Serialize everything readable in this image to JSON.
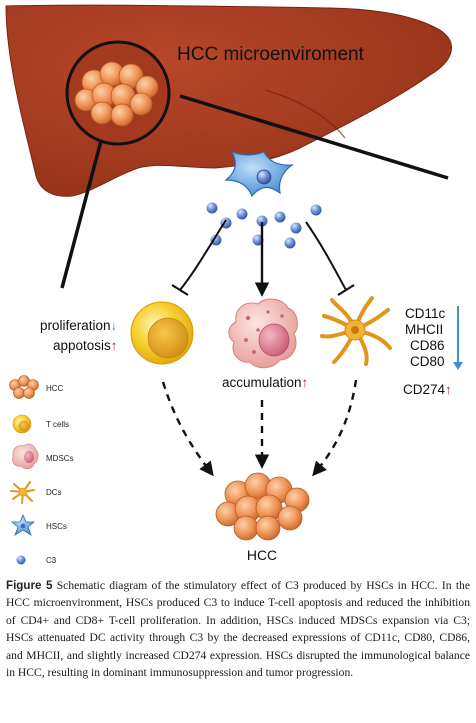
{
  "diagram": {
    "title": "HCC microenviroment",
    "left_markers": {
      "line1": "proliferation",
      "line1_arrow": "↓",
      "line2": "appotosis",
      "line2_arrow": "↑"
    },
    "accumulation": {
      "label": "accumulation",
      "arrow": "↑"
    },
    "dc_markers": {
      "lines": [
        "CD11c",
        "MHCII",
        "CD86",
        "CD80"
      ],
      "cd274": "CD274",
      "cd274_arrow": "↑"
    },
    "hcc_label": "HCC"
  },
  "legend": {
    "hcc": "HCC",
    "tcells": "T cells",
    "mdscs": "MDSCs",
    "dcs": "DCs",
    "hscs": "HSCs",
    "c3": "C3"
  },
  "caption": {
    "label": "Figure 5",
    "text": " Schematic diagram of the stimulatory effect of C3 produced by HSCs in HCC. In the HCC microenvironment, HSCs produced C3 to induce T-cell apoptosis and reduced the inhibition of CD4+ and CD8+ T-cell proliferation. In addition, HSCs induced MDSCs expansion via C3; HSCs attenuated DC activity through C3 by the decreased expressions of CD11c, CD80, CD86, and MHCII, and slightly increased CD274 expression. HSCs disrupted the immunological balance in HCC, resulting in dominant immunosuppression and tumor progression."
  },
  "colors": {
    "liver": "#a33a1f",
    "liver_dark": "#7a2410",
    "down_arrow": "#3d8fd6",
    "up_arrow": "#c0282e",
    "hcc_cell": "#e98a4a",
    "tcell": "#f3c318",
    "mdsc": "#e9a9a6",
    "dc": "#e89d1c",
    "hsc": "#4a8fd8",
    "c3": "#3e6cc4"
  }
}
